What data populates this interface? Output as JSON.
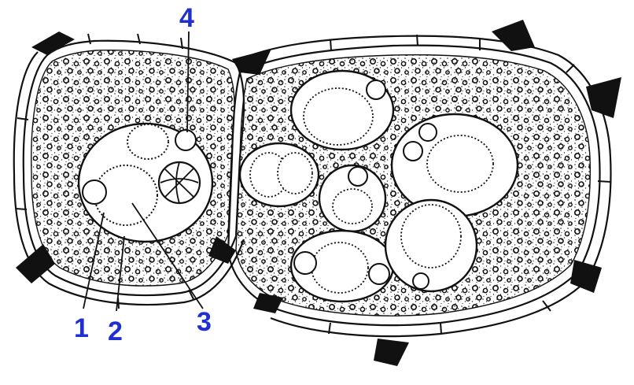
{
  "diagram": {
    "labels": [
      "1",
      "2",
      "3",
      "4"
    ]
  },
  "colors": {
    "ink": "#111111",
    "label": "#1f2fd0",
    "background": "#ffffff"
  }
}
